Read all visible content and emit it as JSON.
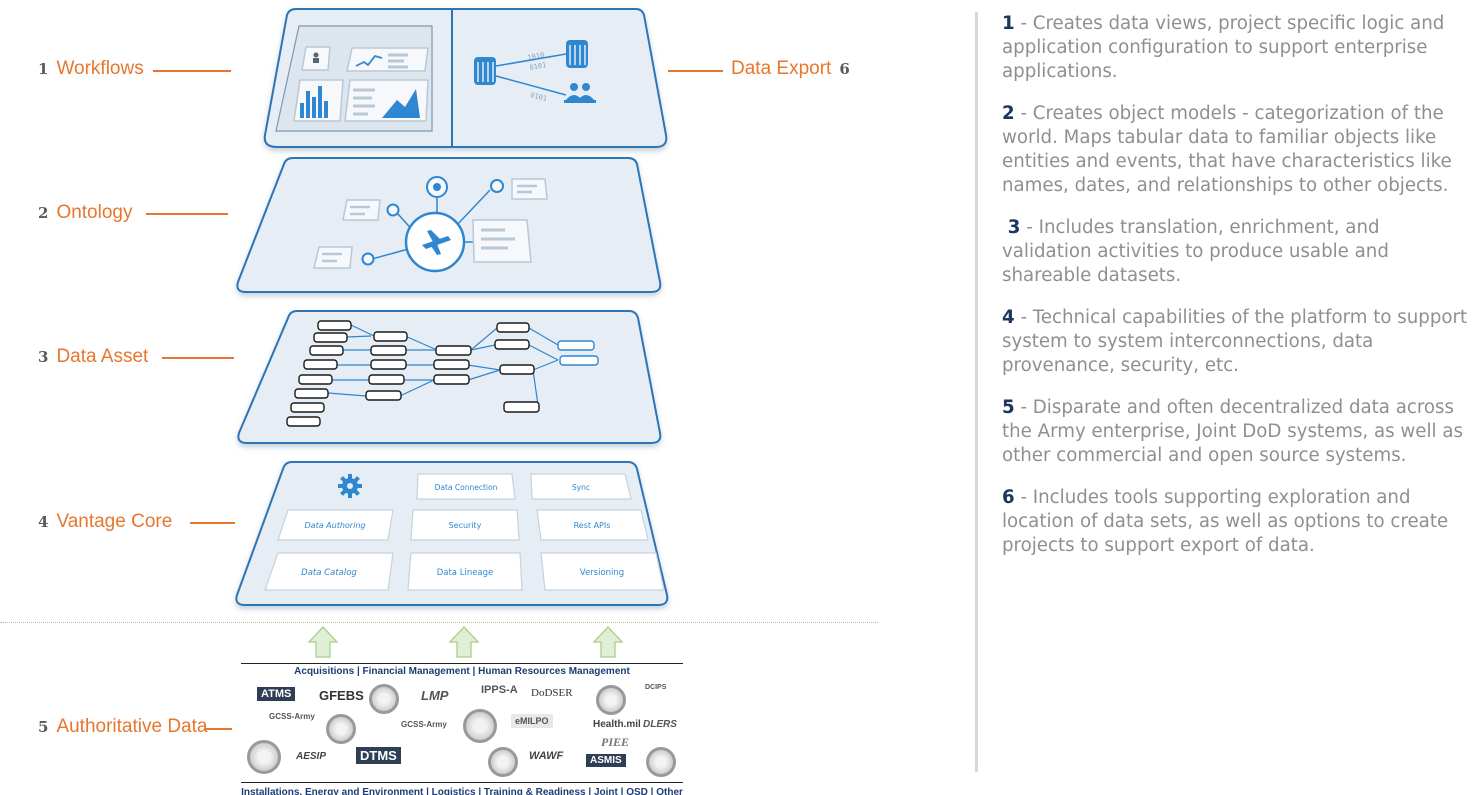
{
  "layers": [
    {
      "num": "1",
      "name": "Workflows"
    },
    {
      "num": "2",
      "name": "Ontology"
    },
    {
      "num": "3",
      "name": "Data Asset"
    },
    {
      "num": "4",
      "name": "Vantage Core"
    },
    {
      "num": "5",
      "name": "Authoritative Data"
    },
    {
      "num": "6",
      "name": "Data Export"
    }
  ],
  "binary_text": [
    "1010",
    "0101",
    "0101"
  ],
  "core_tiles": {
    "data_connection": "Data Connection",
    "sync": "Sync",
    "data_authoring": "Data Authoring",
    "security": "Security",
    "rest_apis": "Rest APIs",
    "data_catalog": "Data Catalog",
    "data_lineage": "Data Lineage",
    "versioning": "Versioning"
  },
  "authoritative": {
    "top_text": "Acquisitions | Financial Management | Human Resources Management",
    "bottom_text": "Installations, Energy and Environment | Logistics | Training & Readiness | Joint | OSD | Other",
    "logos": [
      "ATMS",
      "GFEBS",
      "LMP",
      "IPPS-A",
      "DoDSER",
      "DCIPS",
      "GCSS-Army",
      "GCSS-Army",
      "eMILPO",
      "Health.mil",
      "DLERS",
      "PIEE",
      "AESIP",
      "DTMS",
      "WAWF",
      "ASMIS"
    ]
  },
  "descriptions": [
    {
      "num": "1",
      "text": " - Creates data views, project specific logic and application configuration to support enterprise applications."
    },
    {
      "num": "2",
      "text": " - Creates object models - categorization of the world. Maps tabular data to familiar objects like entities and events, that have characteristics like names, dates, and relationships to other objects."
    },
    {
      "num": "3",
      "text": " - Includes translation, enrichment, and validation activities to produce usable and shareable datasets."
    },
    {
      "num": "4",
      "text": " - Technical capabilities of the platform to support system to system interconnections, data provenance, security, etc."
    },
    {
      "num": "5",
      "text": " - Disparate and often decentralized data across the Army enterprise, Joint DoD systems, as well as other commercial and open source systems."
    },
    {
      "num": "6",
      "text": " - Includes tools supporting exploration and location of data sets, as well as options to create projects to support export of data."
    }
  ],
  "colors": {
    "accent_orange": "#e8762c",
    "layer_fill": "#e6edf4",
    "layer_border": "#2e74b5",
    "icon_blue": "#2f87d1",
    "number_navy": "#1d3660",
    "text_gray": "#8f8f8f",
    "arrow_green": "#c3e0b0"
  }
}
